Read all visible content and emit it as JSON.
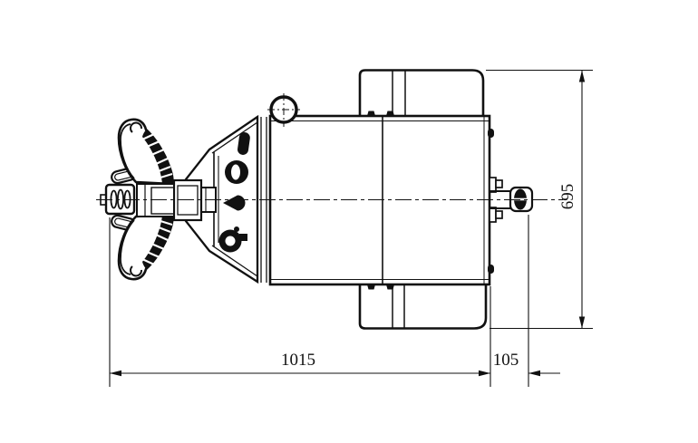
{
  "drawing": {
    "background_color": "#ffffff",
    "line_color": "#111111",
    "dimensions": {
      "overall_length": "1015",
      "shaft_extension": "105",
      "overall_height": "695"
    }
  }
}
